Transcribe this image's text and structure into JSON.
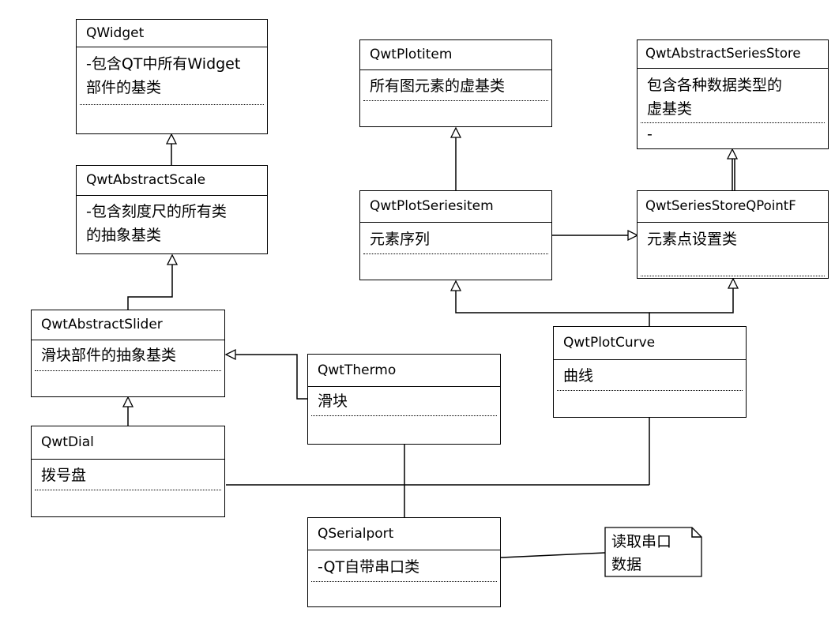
{
  "classes": [
    {
      "name": "QWidget",
      "attribute": "-包含QT中所有Widget\n部件的基类"
    },
    {
      "name": "QwtAbstractScale",
      "attribute": "-包含刻度尺的所有类\n的抽象基类"
    },
    {
      "name": "QwtAbstractSlider",
      "attribute": "滑块部件的抽象基类"
    },
    {
      "name": "QwtDial",
      "attribute": "拨号盘"
    },
    {
      "name": "QwtThermo",
      "attribute": "滑块"
    },
    {
      "name": "QwtPlotitem",
      "attribute": "所有图元素的虚基类"
    },
    {
      "name": "QwtPlotSeriesitem",
      "attribute": "元素序列"
    },
    {
      "name": "QwtAbstractSeriesStore",
      "attribute": "包含各种数据类型的\n虚基类",
      "method": "-"
    },
    {
      "name": "QwtSeriesStoreQPointF",
      "attribute": "元素点设置类"
    },
    {
      "name": "QwtPlotCurve",
      "attribute": "曲线"
    },
    {
      "name": "QSerialport",
      "attribute": "-QT自带串口类"
    }
  ],
  "note": {
    "text": "读取串口\n数据"
  },
  "colors": {
    "line": "#000000",
    "marker": "#5b9bd5",
    "background": "#ffffff"
  }
}
